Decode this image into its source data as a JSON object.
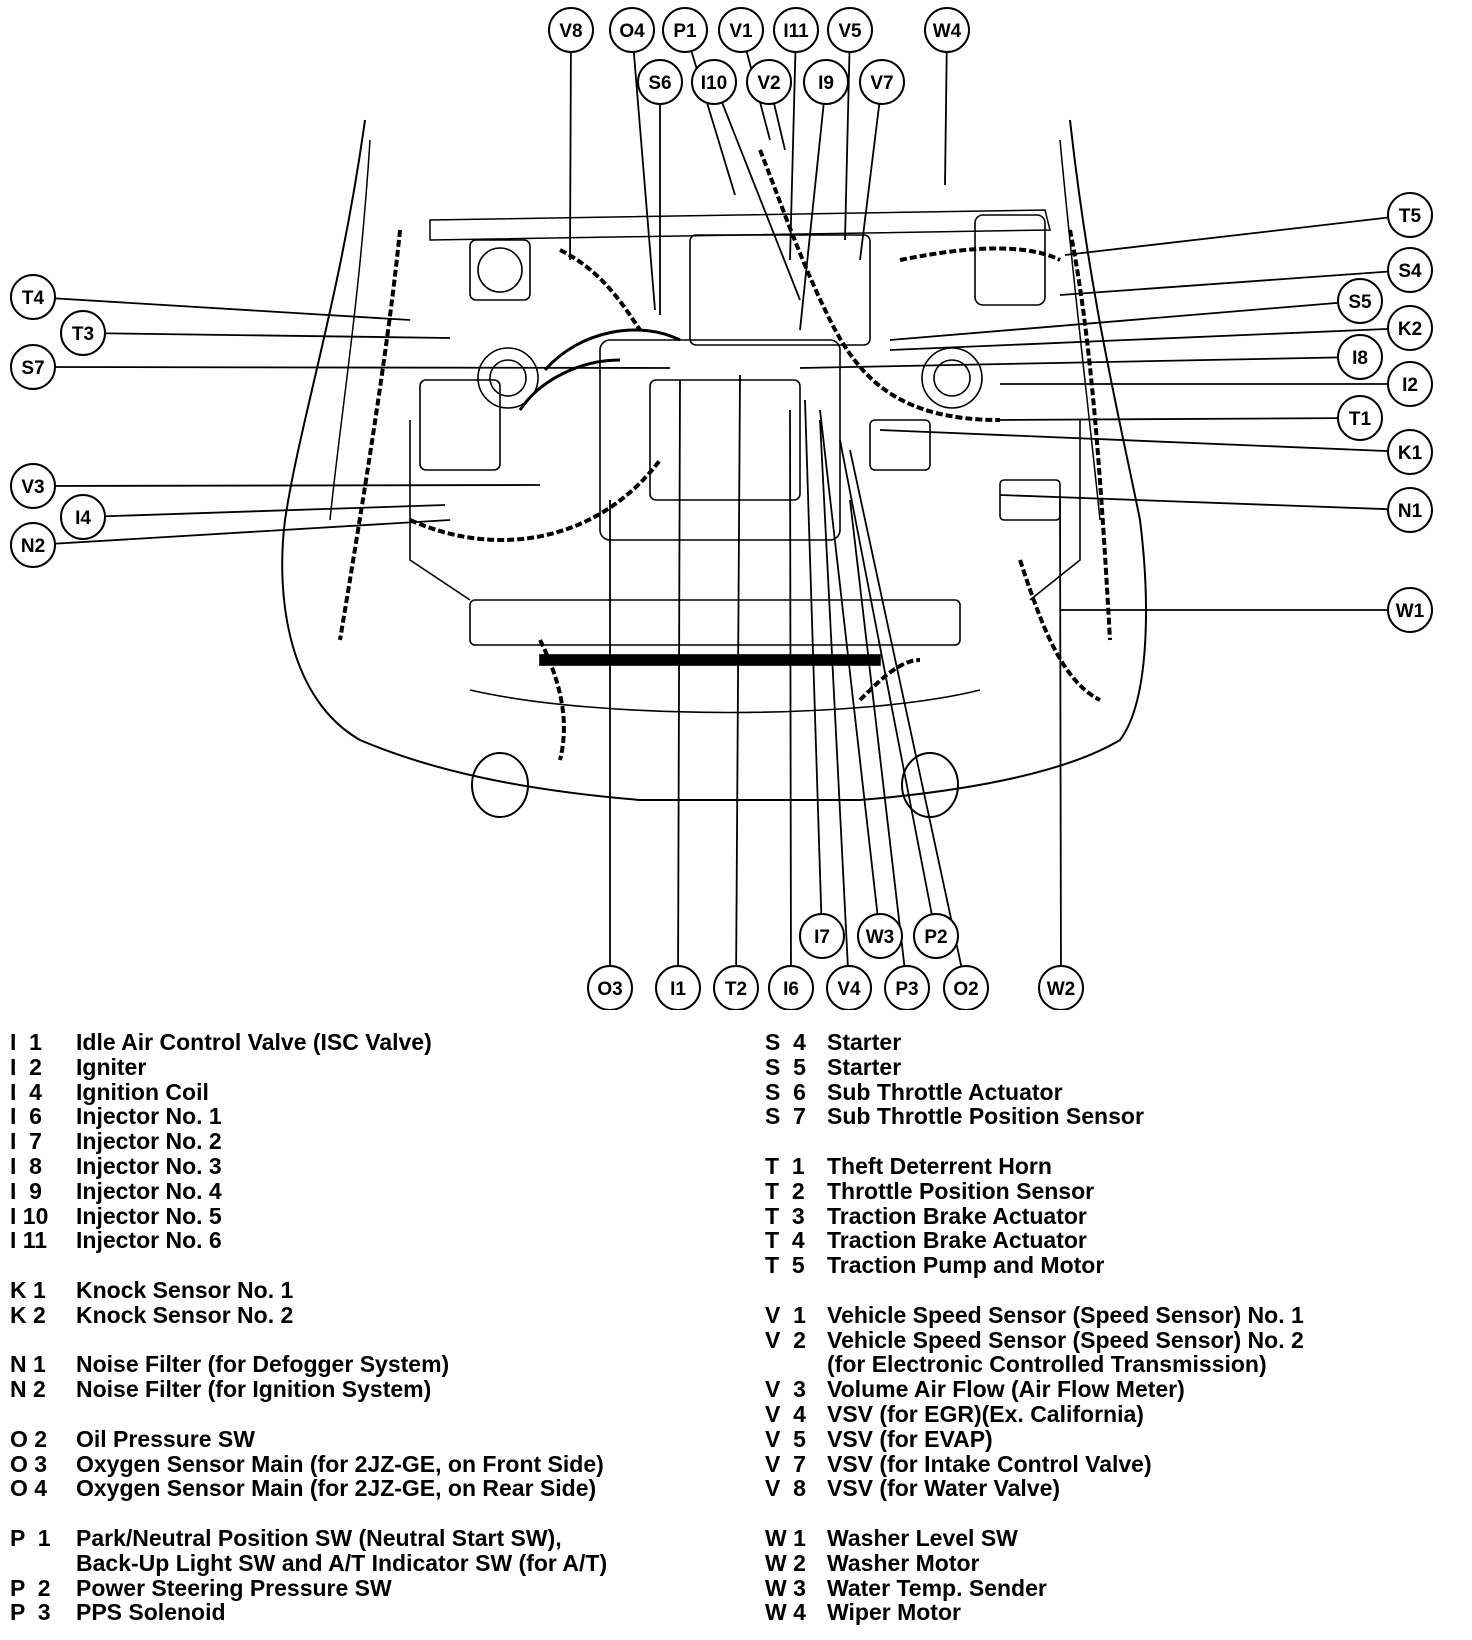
{
  "callouts": [
    {
      "id": "V8",
      "text": "V8"
    },
    {
      "id": "O4",
      "text": "O4"
    },
    {
      "id": "P1",
      "text": "P1"
    },
    {
      "id": "V1",
      "text": "V1"
    },
    {
      "id": "I11",
      "text": "I11"
    },
    {
      "id": "V5",
      "text": "V5"
    },
    {
      "id": "W4",
      "text": "W4"
    },
    {
      "id": "S6",
      "text": "S6"
    },
    {
      "id": "I10",
      "text": "I10"
    },
    {
      "id": "V2",
      "text": "V2"
    },
    {
      "id": "I9",
      "text": "I9"
    },
    {
      "id": "V7",
      "text": "V7"
    },
    {
      "id": "T5",
      "text": "T5"
    },
    {
      "id": "S4",
      "text": "S4"
    },
    {
      "id": "S5",
      "text": "S5"
    },
    {
      "id": "K2",
      "text": "K2"
    },
    {
      "id": "I8",
      "text": "I8"
    },
    {
      "id": "I2",
      "text": "I2"
    },
    {
      "id": "T1",
      "text": "T1"
    },
    {
      "id": "K1",
      "text": "K1"
    },
    {
      "id": "N1",
      "text": "N1"
    },
    {
      "id": "W1",
      "text": "W1"
    },
    {
      "id": "T4",
      "text": "T4"
    },
    {
      "id": "T3",
      "text": "T3"
    },
    {
      "id": "S7",
      "text": "S7"
    },
    {
      "id": "V3",
      "text": "V3"
    },
    {
      "id": "I4",
      "text": "I4"
    },
    {
      "id": "N2",
      "text": "N2"
    },
    {
      "id": "I7",
      "text": "I7"
    },
    {
      "id": "W3",
      "text": "W3"
    },
    {
      "id": "P2",
      "text": "P2"
    },
    {
      "id": "O3",
      "text": "O3"
    },
    {
      "id": "I1",
      "text": "I1"
    },
    {
      "id": "T2",
      "text": "T2"
    },
    {
      "id": "I6",
      "text": "I6"
    },
    {
      "id": "V4",
      "text": "V4"
    },
    {
      "id": "P3",
      "text": "P3"
    },
    {
      "id": "O2",
      "text": "O2"
    },
    {
      "id": "W2",
      "text": "W2"
    }
  ],
  "legend_left": [
    {
      "code": "I  1",
      "desc": "Idle Air Control Valve (ISC Valve)"
    },
    {
      "code": "I  2",
      "desc": "Igniter"
    },
    {
      "code": "I  4",
      "desc": "Ignition Coil"
    },
    {
      "code": "I  6",
      "desc": "Injector No. 1"
    },
    {
      "code": "I  7",
      "desc": "Injector No. 2"
    },
    {
      "code": "I  8",
      "desc": "Injector No. 3"
    },
    {
      "code": "I  9",
      "desc": "Injector No. 4"
    },
    {
      "code": "I 10",
      "desc": "Injector No. 5"
    },
    {
      "code": "I 11",
      "desc": "Injector No. 6"
    },
    {
      "gap": true
    },
    {
      "code": "K 1",
      "desc": "Knock Sensor No. 1"
    },
    {
      "code": "K 2",
      "desc": "Knock Sensor No. 2"
    },
    {
      "gap": true
    },
    {
      "code": "N 1",
      "desc": "Noise Filter (for Defogger System)"
    },
    {
      "code": "N 2",
      "desc": "Noise Filter (for Ignition System)"
    },
    {
      "gap": true
    },
    {
      "code": "O 2",
      "desc": "Oil Pressure SW"
    },
    {
      "code": "O 3",
      "desc": "Oxygen Sensor Main (for 2JZ-GE, on Front Side)"
    },
    {
      "code": "O 4",
      "desc": "Oxygen Sensor Main (for 2JZ-GE, on Rear Side)"
    },
    {
      "gap": true
    },
    {
      "code": "P  1",
      "desc": "Park/Neutral Position SW (Neutral Start SW),"
    },
    {
      "code": "",
      "desc": "Back-Up Light SW and A/T Indicator SW (for A/T)"
    },
    {
      "code": "P  2",
      "desc": "Power Steering Pressure SW"
    },
    {
      "code": "P  3",
      "desc": "PPS Solenoid"
    }
  ],
  "legend_right": [
    {
      "code": "S  4",
      "desc": "Starter"
    },
    {
      "code": "S  5",
      "desc": "Starter"
    },
    {
      "code": "S  6",
      "desc": "Sub Throttle Actuator"
    },
    {
      "code": "S  7",
      "desc": "Sub Throttle Position Sensor"
    },
    {
      "gap": true
    },
    {
      "code": "T  1",
      "desc": "Theft Deterrent Horn"
    },
    {
      "code": "T  2",
      "desc": "Throttle Position Sensor"
    },
    {
      "code": "T  3",
      "desc": "Traction Brake Actuator"
    },
    {
      "code": "T  4",
      "desc": "Traction Brake Actuator"
    },
    {
      "code": "T  5",
      "desc": "Traction Pump and Motor"
    },
    {
      "gap": true
    },
    {
      "code": "V  1",
      "desc": "Vehicle Speed Sensor (Speed Sensor) No. 1"
    },
    {
      "code": "V  2",
      "desc": "Vehicle Speed Sensor (Speed Sensor) No. 2"
    },
    {
      "code": "",
      "desc": "(for Electronic Controlled Transmission)"
    },
    {
      "code": "V  3",
      "desc": "Volume Air Flow (Air Flow Meter)"
    },
    {
      "code": "V  4",
      "desc": "VSV (for EGR)(Ex. California)"
    },
    {
      "code": "V  5",
      "desc": "VSV (for EVAP)"
    },
    {
      "code": "V  7",
      "desc": "VSV (for Intake Control Valve)"
    },
    {
      "code": "V  8",
      "desc": "VSV (for Water Valve)"
    },
    {
      "gap": true
    },
    {
      "code": "W 1",
      "desc": "Washer Level SW"
    },
    {
      "code": "W 2",
      "desc": "Washer Motor"
    },
    {
      "code": "W 3",
      "desc": "Water Temp. Sender"
    },
    {
      "code": "W 4",
      "desc": "Wiper Motor"
    }
  ]
}
